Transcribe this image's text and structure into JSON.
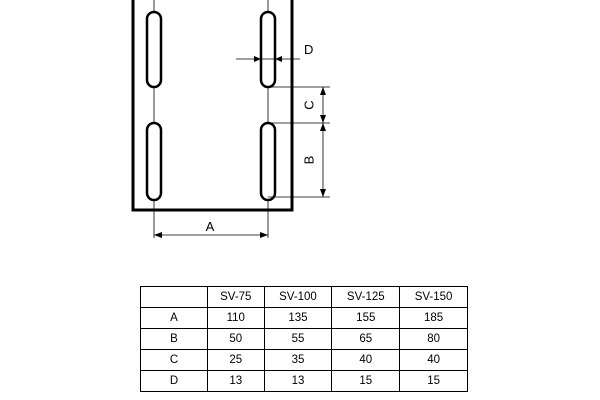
{
  "diagram": {
    "labels": {
      "a": "A",
      "b": "B",
      "c": "C",
      "d": "D"
    }
  },
  "table": {
    "columns": [
      "SV-75",
      "SV-100",
      "SV-125",
      "SV-150"
    ],
    "rows": [
      {
        "label": "A",
        "values": [
          "110",
          "135",
          "155",
          "185"
        ]
      },
      {
        "label": "B",
        "values": [
          "50",
          "55",
          "65",
          "80"
        ]
      },
      {
        "label": "C",
        "values": [
          "25",
          "35",
          "40",
          "40"
        ]
      },
      {
        "label": "D",
        "values": [
          "13",
          "13",
          "15",
          "15"
        ]
      }
    ]
  }
}
